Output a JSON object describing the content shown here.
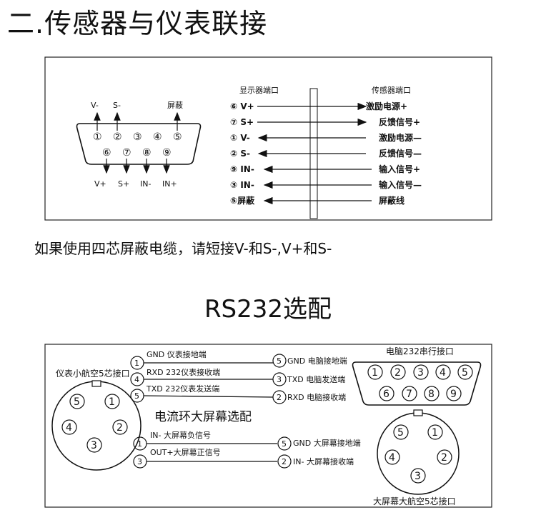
{
  "title": "二.传感器与仪表联接",
  "note": "如果使用四芯屏蔽电缆，请短接V-和S-,V+和S-",
  "rs_title": "RS232选配",
  "diagram1": {
    "top_labels": [
      "V-",
      "S-",
      "屏蔽"
    ],
    "top_pins": [
      "①",
      "②",
      "③",
      "④",
      "⑤"
    ],
    "bottom_pins": [
      "⑥",
      "⑦",
      "⑧",
      "⑨"
    ],
    "bottom_labels": [
      "V+",
      "S+",
      "IN-",
      "IN+"
    ],
    "display_port_header": "显示器端口",
    "sensor_port_header": "传感器端口",
    "rows": [
      {
        "left": "⑥ V+",
        "right": "激励电源+"
      },
      {
        "left": "⑦ S+",
        "right": "反馈信号+"
      },
      {
        "left": "① V-",
        "right": "激励电源—"
      },
      {
        "left": "② S-",
        "right": "反馈信号—"
      },
      {
        "left": "⑨ IN-",
        "right": "输入信号+"
      },
      {
        "left": "③ IN-",
        "right": "输入信号—"
      },
      {
        "left": "⑤屏蔽",
        "right": "屏蔽线"
      }
    ]
  },
  "diagram2": {
    "aviation_connector_label": "仪表小航空5芯接口",
    "aviation_pins": [
      "5",
      "1",
      "4",
      "2",
      "3"
    ],
    "pc_port_label": "电脑232串行接口",
    "db9_top_pins": [
      "1",
      "2",
      "3",
      "4",
      "5"
    ],
    "db9_bottom_pins": [
      "6",
      "7",
      "8",
      "9"
    ],
    "big_screen_label": "大屏幕大航空5芯接口",
    "big_pins": [
      "5",
      "1",
      "4",
      "2",
      "3"
    ],
    "current_loop_label": "电流环大屏幕选配",
    "rs232_links": [
      {
        "left_pin": "1",
        "left_text": "GND  仪表接地端",
        "right_pin": "5",
        "right_text": "GND 电脑接地端"
      },
      {
        "left_pin": "4",
        "left_text": "RXD  232仪表接收端",
        "right_pin": "3",
        "right_text": "TXD 电脑发送端"
      },
      {
        "left_pin": "5",
        "left_text": "TXD  232仪表发送端",
        "right_pin": "2",
        "right_text": "RXD 电脑接收端"
      }
    ],
    "loop_links": [
      {
        "left_pin": "1",
        "left_text": "IN-  大屏幕负信号",
        "right_pin": "5",
        "right_text": "GND 大屏幕接地端"
      },
      {
        "left_pin": "3",
        "left_text": "OUT+大屏幕正信号",
        "right_pin": "2",
        "right_text": "IN- 大屏幕接收端"
      }
    ]
  }
}
